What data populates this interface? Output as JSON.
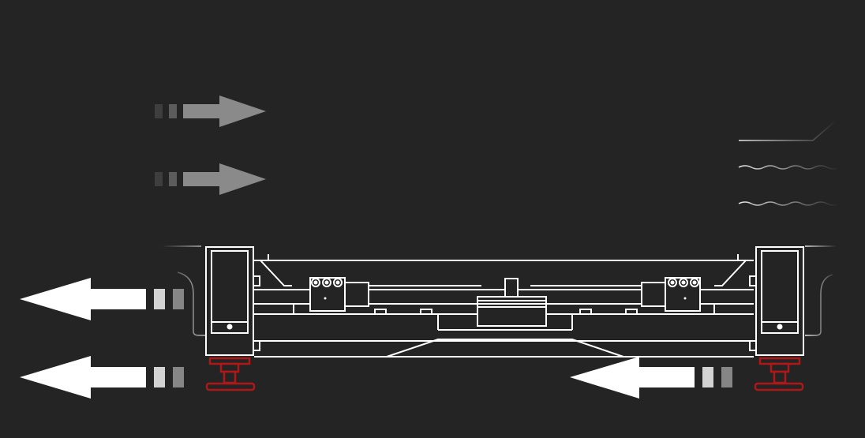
{
  "diagram": {
    "subject": "machine-base-leveling-feet",
    "colors": {
      "background": "#242424",
      "line": "#ffffff",
      "foot": "#b01818",
      "arrow_strong": "#ffffff",
      "arrow_faint": "#8a8a8a"
    },
    "arrows": [
      {
        "name": "arrow-in-upper",
        "direction": "right",
        "emphasis": "faint"
      },
      {
        "name": "arrow-in-lower",
        "direction": "right",
        "emphasis": "faint"
      },
      {
        "name": "arrow-out-upper-left",
        "direction": "left",
        "emphasis": "strong"
      },
      {
        "name": "arrow-out-lower-left",
        "direction": "left",
        "emphasis": "strong"
      },
      {
        "name": "arrow-out-lower-right",
        "direction": "left",
        "emphasis": "strong"
      }
    ],
    "leveling_feet": [
      {
        "name": "leveling-foot-left",
        "color": "red"
      },
      {
        "name": "leveling-foot-right",
        "color": "red"
      }
    ]
  }
}
